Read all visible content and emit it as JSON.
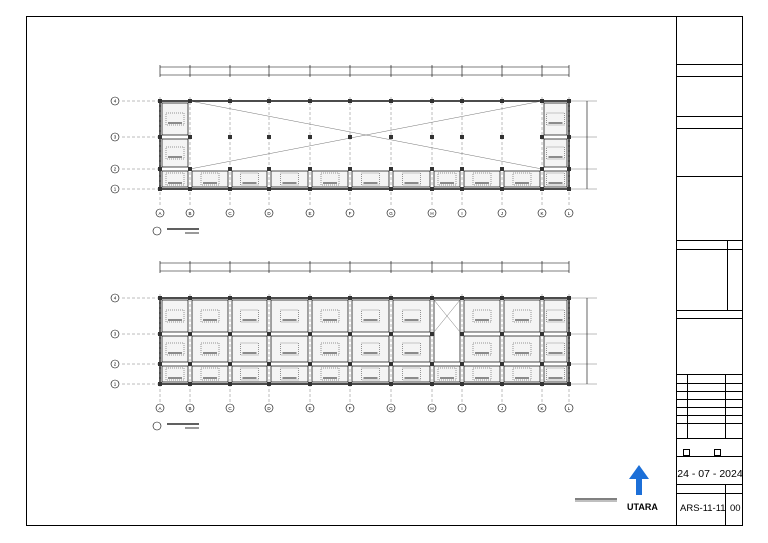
{
  "compass": {
    "label": "UTARA"
  },
  "titleblock": {
    "date": "24 - 07 - 2024",
    "sheet_number": "ARS-11-11",
    "revision": "00"
  },
  "plans": {
    "top_grid_cols": [
      "A",
      "B",
      "C",
      "D",
      "E",
      "F",
      "G",
      "H",
      "I",
      "J",
      "K",
      "L"
    ],
    "top_grid_rows": [
      "4",
      "3",
      "2",
      "1"
    ],
    "bottom_grid_cols": [
      "A",
      "B",
      "C",
      "D",
      "E",
      "F",
      "G",
      "H",
      "I",
      "J",
      "K",
      "L"
    ],
    "bottom_grid_rows": [
      "4",
      "3",
      "2",
      "1"
    ]
  }
}
